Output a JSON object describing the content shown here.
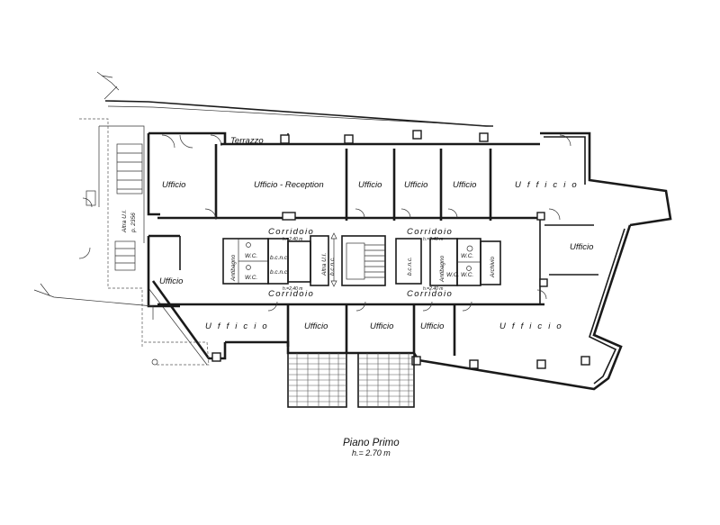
{
  "title": "Piano Primo",
  "height_note": "h.= 2.70 m",
  "labels": {
    "terrazzo": "Terrazzo",
    "ufficio": "Ufficio",
    "ufficio_spaced": "U f f i c i o",
    "reception": "Ufficio - Reception",
    "corridoio": "Corridoio",
    "corridor_height": "h.=2.40 m",
    "wc": "W.C.",
    "antibagno": "Antibagno",
    "bcnc": "b.c.n.c.",
    "archivio": "Archivio",
    "altra_ui": "Altra U.I.",
    "altra_ui_parcel": "p. 2356"
  }
}
